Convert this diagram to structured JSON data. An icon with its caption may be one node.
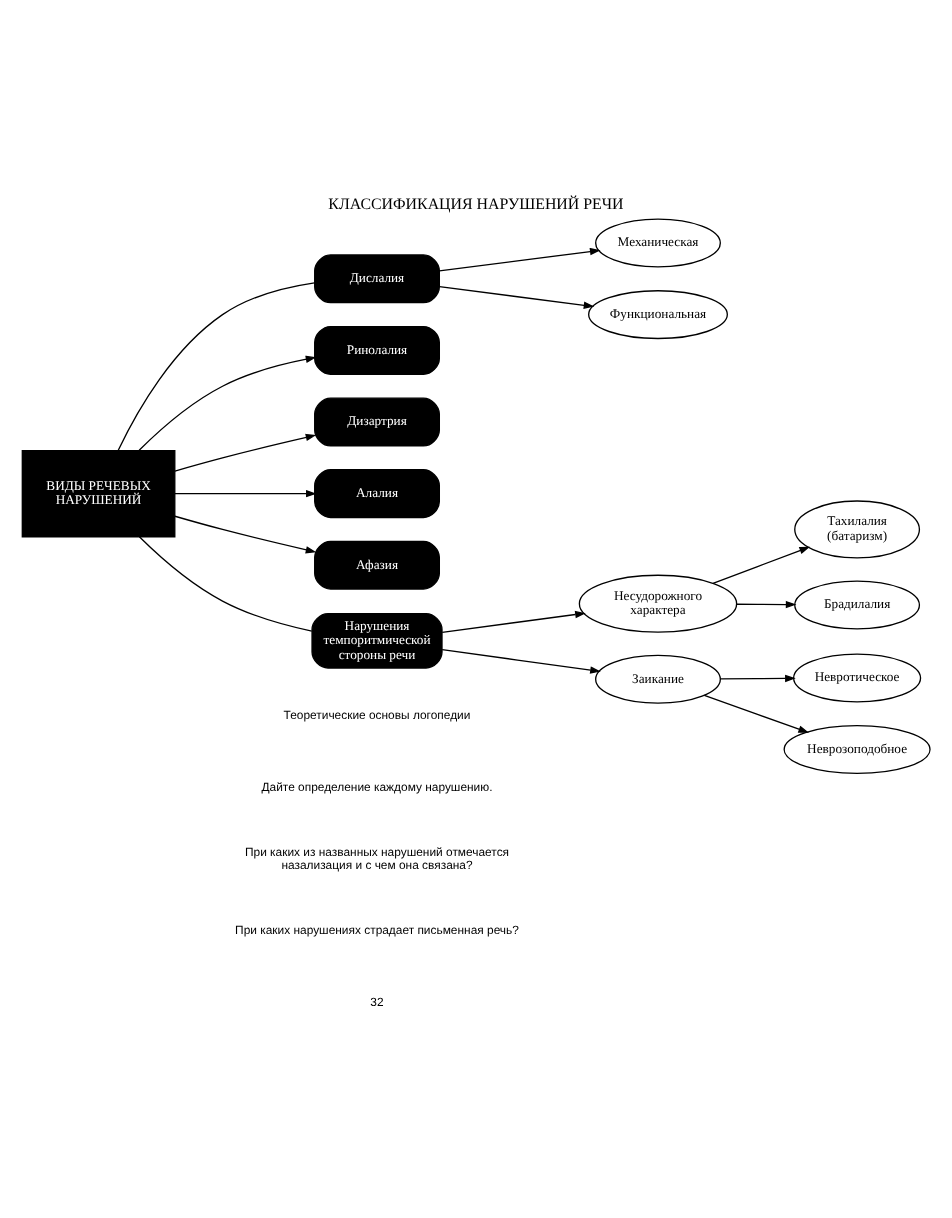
{
  "diagram": {
    "title": "КЛАССИФИКАЦИЯ НАРУШЕНИЙ РЕЧИ",
    "nodes": [
      {
        "text": [
          "Механическая"
        ]
      },
      {
        "text": [
          "Функциональная"
        ]
      },
      {
        "text": [
          "Дислалия"
        ]
      },
      {
        "text": [
          "ВИДЫ РЕЧЕВЫХ НАРУШЕНИЙ"
        ]
      },
      {
        "text": [
          "Ринолалия"
        ]
      },
      {
        "text": [
          "Дизартрия"
        ]
      },
      {
        "text": [
          "Алалия"
        ]
      },
      {
        "text": [
          "Афазия"
        ]
      },
      {
        "text": [
          "Тахилалия (батаризм)"
        ]
      },
      {
        "text": [
          "Нарушения темпоритмической стороны речи"
        ]
      },
      {
        "text": [
          "Несудорожного характера"
        ]
      },
      {
        "text": [
          "Брадилалия"
        ]
      },
      {
        "text": [
          "Заикание"
        ]
      },
      {
        "text": [
          "Невротическое"
        ]
      },
      {
        "text": [
          "Неврозоподобное"
        ]
      }
    ],
    "edges": [
      {
        "from": 2,
        "to": 0,
        "arrow": "to"
      },
      {
        "from": 2,
        "to": 1,
        "arrow": "to"
      },
      {
        "from": 3,
        "to": 2,
        "arrow": "none"
      },
      {
        "from": 3,
        "to": 4,
        "arrow": "to"
      },
      {
        "from": 3,
        "to": 5,
        "arrow": "to"
      },
      {
        "from": 3,
        "to": 6,
        "arrow": "to"
      },
      {
        "from": 3,
        "to": 7,
        "arrow": "to"
      },
      {
        "from": 3,
        "to": 9,
        "arrow": "none"
      },
      {
        "from": 9,
        "to": 10,
        "arrow": "to"
      },
      {
        "from": 9,
        "to": 12,
        "arrow": "to"
      },
      {
        "from": 10,
        "to": 8,
        "arrow": "to"
      },
      {
        "from": 10,
        "to": 11,
        "arrow": "to"
      },
      {
        "from": 12,
        "to": 13,
        "arrow": "to"
      },
      {
        "from": 12,
        "to": 14,
        "arrow": "to"
      }
    ],
    "labels": [
      "Теоретические основы логопедии",
      "Дайте определение каждому нарушению.",
      "При каких из названных нарушений отмечается назализация и с чем она связана?",
      "При каких нарушениях страдает письменная речь?",
      "32"
    ]
  }
}
